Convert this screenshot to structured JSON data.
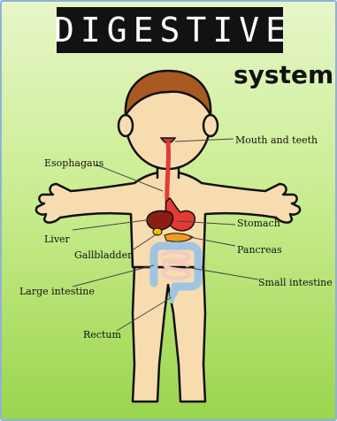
{
  "title": "DIGESTIVE",
  "subtitle": "system",
  "labels": {
    "mouth": "Mouth and teeth",
    "esophagus": "Esophagaus",
    "stomach": "Stomach",
    "liver": "Liver",
    "pancreas": "Pancreas",
    "gallbladder": "Gallbladder",
    "small_intestine": "Small intestine",
    "large_intestine": "Large intestine",
    "rectum": "Rectum"
  },
  "colors": {
    "skin": "#f7dcb0",
    "hair": "#a85a22",
    "organ_red": "#e53935",
    "liver": "#8b1d12",
    "large_intestine": "#9fc4e2",
    "small_intestine": "#f4c9c0"
  }
}
